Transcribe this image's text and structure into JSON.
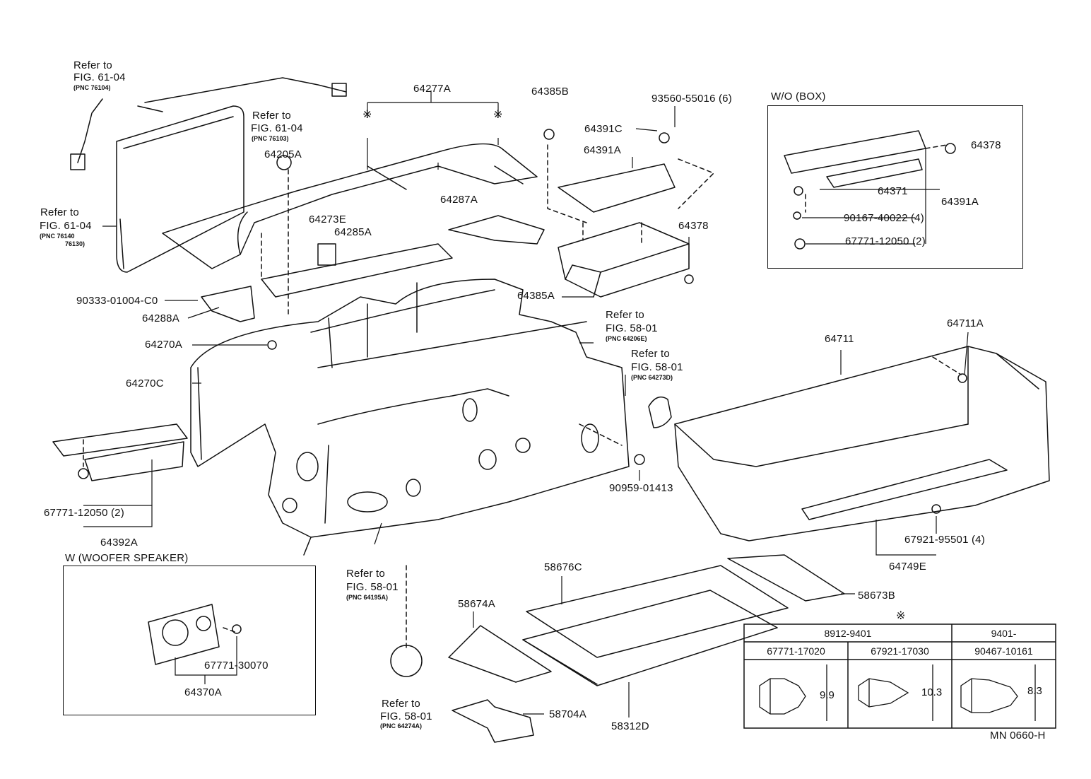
{
  "labels": {
    "ref_a": "Refer to",
    "fig_a": "FIG. 61-04",
    "pnc_a": "(PNC 76104)",
    "ref_b": "Refer to",
    "fig_b": "FIG. 61-04",
    "pnc_b": "(PNC 76103)",
    "ref_c": "Refer to",
    "fig_c": "FIG. 61-04",
    "pnc_c1": "(PNC 76140",
    "pnc_c2": "76130)",
    "ref_d": "Refer to",
    "fig_d": "FIG. 58-01",
    "pnc_d": "(PNC 64206E)",
    "ref_e": "Refer to",
    "fig_e": "FIG. 58-01",
    "pnc_e": "(PNC 64273D)",
    "ref_f": "Refer to",
    "fig_f": "FIG. 58-01",
    "pnc_f": "(PNC 64195A)",
    "ref_g": "Refer to",
    "fig_g": "FIG. 58-01",
    "pnc_g": "(PNC 64274A)",
    "p64277A": "64277A",
    "p64385B": "64385B",
    "p93560": "93560-55016 (6)",
    "p64391C": "64391C",
    "p64391A": "64391A",
    "p64205A": "64205A",
    "p64273E": "64273E",
    "p64285A": "64285A",
    "p64287A": "64287A",
    "p64378": "64378",
    "p90333": "90333-01004-C0",
    "p64288A": "64288A",
    "p64270A": "64270A",
    "p64270C": "64270C",
    "p64385A": "64385A",
    "p67771_12050": "67771-12050 (2)",
    "p64392A": "64392A",
    "p64711": "64711",
    "p64711A": "64711A",
    "p90959": "90959-01413",
    "p67921": "67921-95501 (4)",
    "p64749E": "64749E",
    "p58676C": "58676C",
    "p58673B": "58673B",
    "p58674A": "58674A",
    "p58704A": "58704A",
    "p58312D": "58312D",
    "mn": "MN 0660-H"
  },
  "wo_box": {
    "title": "W/O (BOX)",
    "p64378": "64378",
    "p64371": "64371",
    "p64391A": "64391A",
    "p90167": "90167-40022 (4)",
    "p67771": "67771-12050 (2)"
  },
  "woofer": {
    "title": "W (WOOFER SPEAKER)",
    "p67771": "67771-30070",
    "p64370A": "64370A"
  },
  "clip_table": {
    "symbol": "※",
    "headers": [
      "8912-9401",
      "9401-"
    ],
    "parts": [
      "67771-17020",
      "67921-17030",
      "90467-10161"
    ],
    "dims": [
      "9.9",
      "10.3",
      "8.3"
    ]
  },
  "symbols": {
    "asterisk": "※"
  }
}
